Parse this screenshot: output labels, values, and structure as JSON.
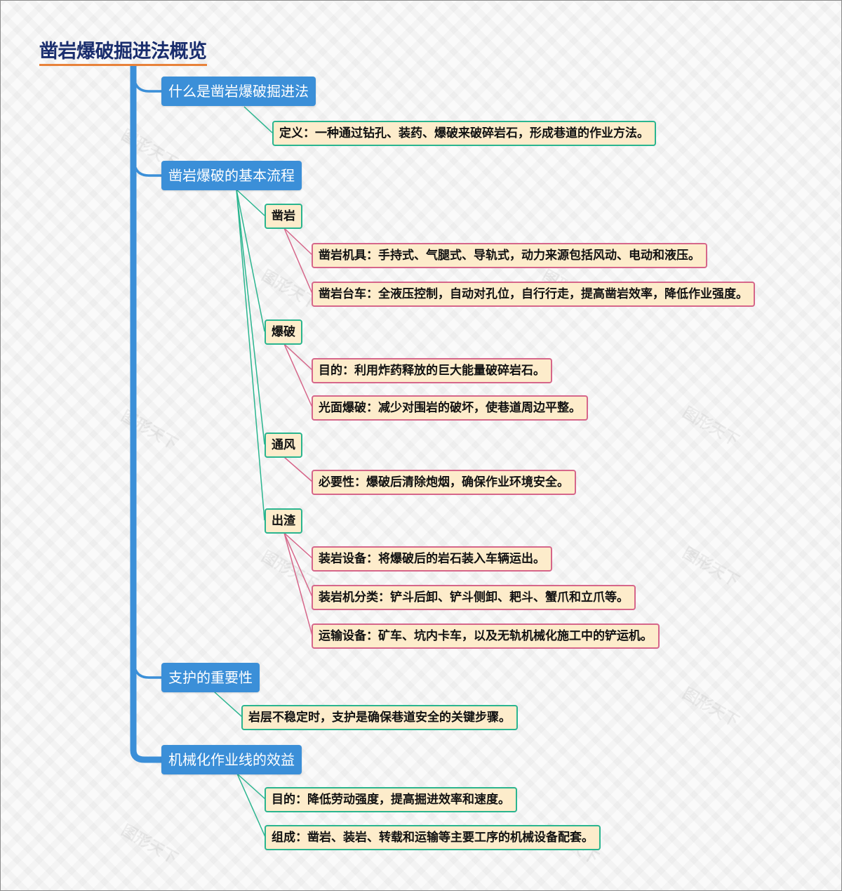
{
  "title": "凿岩爆破掘进法概览",
  "colors": {
    "title_text": "#1a2e6e",
    "title_underline": "#e8823a",
    "trunk": "#3b8fd8",
    "level1_fill": "#3b8fd8",
    "level2_border": "#2ab58f",
    "level3_border": "#d6668a",
    "node_fill": "#fdeccb"
  },
  "watermark": "图形天下",
  "branches": [
    {
      "label": "什么是凿岩爆破掘进法",
      "children": [
        {
          "label": "定义：一种通过钻孔、装药、爆破来破碎岩石，形成巷道的作业方法。"
        }
      ]
    },
    {
      "label": "凿岩爆破的基本流程",
      "children": [
        {
          "label": "凿岩",
          "children": [
            {
              "label": "凿岩机具：手持式、气腿式、导轨式，动力来源包括风动、电动和液压。"
            },
            {
              "label": "凿岩台车：全液压控制，自动对孔位，自行行走，提高凿岩效率，降低作业强度。"
            }
          ]
        },
        {
          "label": "爆破",
          "children": [
            {
              "label": "目的：利用炸药释放的巨大能量破碎岩石。"
            },
            {
              "label": "光面爆破：减少对围岩的破坏，使巷道周边平整。"
            }
          ]
        },
        {
          "label": "通风",
          "children": [
            {
              "label": "必要性：爆破后清除炮烟，确保作业环境安全。"
            }
          ]
        },
        {
          "label": "出渣",
          "children": [
            {
              "label": "装岩设备：将爆破后的岩石装入车辆运出。"
            },
            {
              "label": "装岩机分类：铲斗后卸、铲斗侧卸、耙斗、蟹爪和立爪等。"
            },
            {
              "label": "运输设备：矿车、坑内卡车，以及无轨机械化施工中的铲运机。"
            }
          ]
        }
      ]
    },
    {
      "label": "支护的重要性",
      "children": [
        {
          "label": "岩层不稳定时，支护是确保巷道安全的关键步骤。"
        }
      ]
    },
    {
      "label": "机械化作业线的效益",
      "children": [
        {
          "label": "目的：降低劳动强度，提高掘进效率和速度。"
        },
        {
          "label": "组成：凿岩、装岩、转载和运输等主要工序的机械设备配套。"
        }
      ]
    }
  ]
}
